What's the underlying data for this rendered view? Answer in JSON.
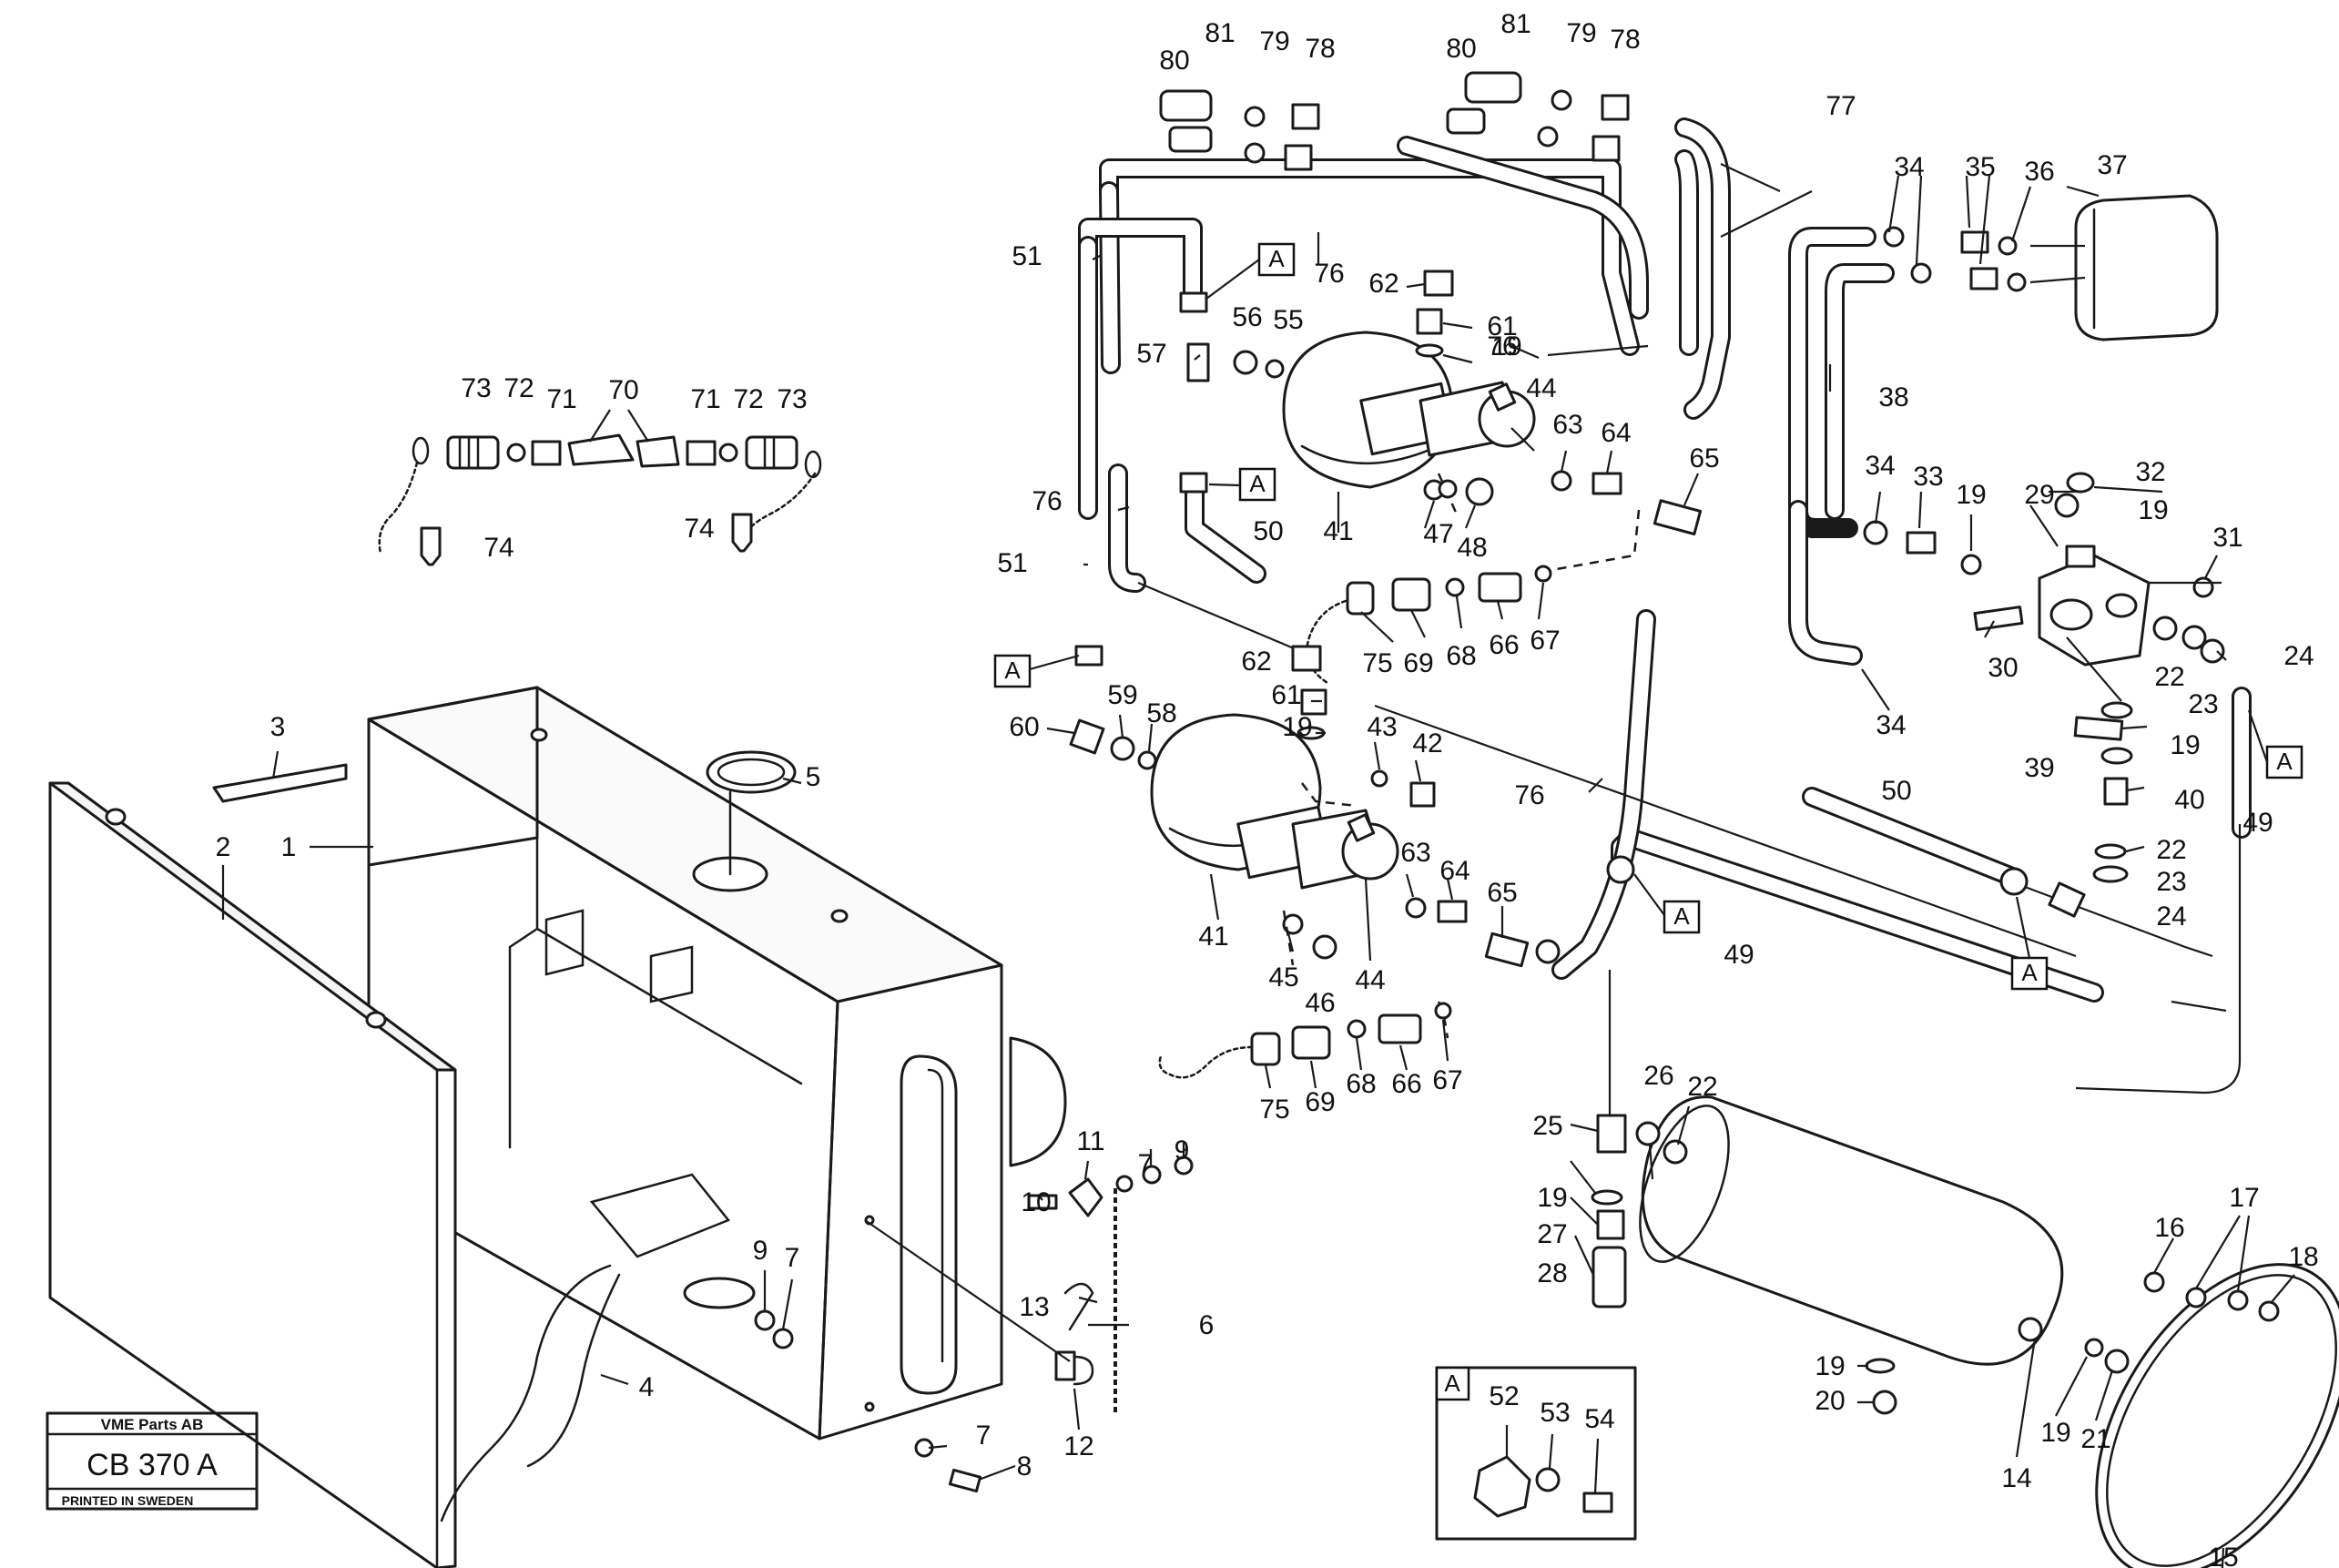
{
  "stamp": {
    "company": "VME Parts AB",
    "code": "CB 370 A",
    "printed": "PRINTED IN SWEDEN"
  },
  "ref_marker": "A",
  "detail": {
    "marker": "A",
    "labels": [
      "52",
      "53",
      "54"
    ]
  },
  "labels": {
    "p1": "1",
    "p2": "2",
    "p3": "3",
    "p4": "4",
    "p5": "5",
    "p6": "6",
    "p7": "7",
    "p8": "8",
    "p9": "9",
    "p10": "10",
    "p11": "11",
    "p12": "12",
    "p13": "13",
    "p14": "14",
    "p15": "15",
    "p16": "16",
    "p17": "17",
    "p18": "18",
    "p19": "19",
    "p20": "20",
    "p21": "21",
    "p22": "22",
    "p23": "23",
    "p24": "24",
    "p25": "25",
    "p26": "26",
    "p27": "27",
    "p28": "28",
    "p29": "29",
    "p30": "30",
    "p31": "31",
    "p32": "32",
    "p33": "33",
    "p34": "34",
    "p35": "35",
    "p36": "36",
    "p37": "37",
    "p38": "38",
    "p39": "39",
    "p40": "40",
    "p41": "41",
    "p42": "42",
    "p43": "43",
    "p44": "44",
    "p45": "45",
    "p46": "46",
    "p47": "47",
    "p48": "48",
    "p49": "49",
    "p50": "50",
    "p51": "51",
    "p55": "55",
    "p56": "56",
    "p57": "57",
    "p58": "58",
    "p59": "59",
    "p60": "60",
    "p61": "61",
    "p62": "62",
    "p63": "63",
    "p64": "64",
    "p65": "65",
    "p66": "66",
    "p67": "67",
    "p68": "68",
    "p69": "69",
    "p70": "70",
    "p71": "71",
    "p72": "72",
    "p73": "73",
    "p74": "74",
    "p75": "75",
    "p76": "76",
    "p77": "77",
    "p78": "78",
    "p79": "79",
    "p80": "80",
    "p81": "81"
  }
}
